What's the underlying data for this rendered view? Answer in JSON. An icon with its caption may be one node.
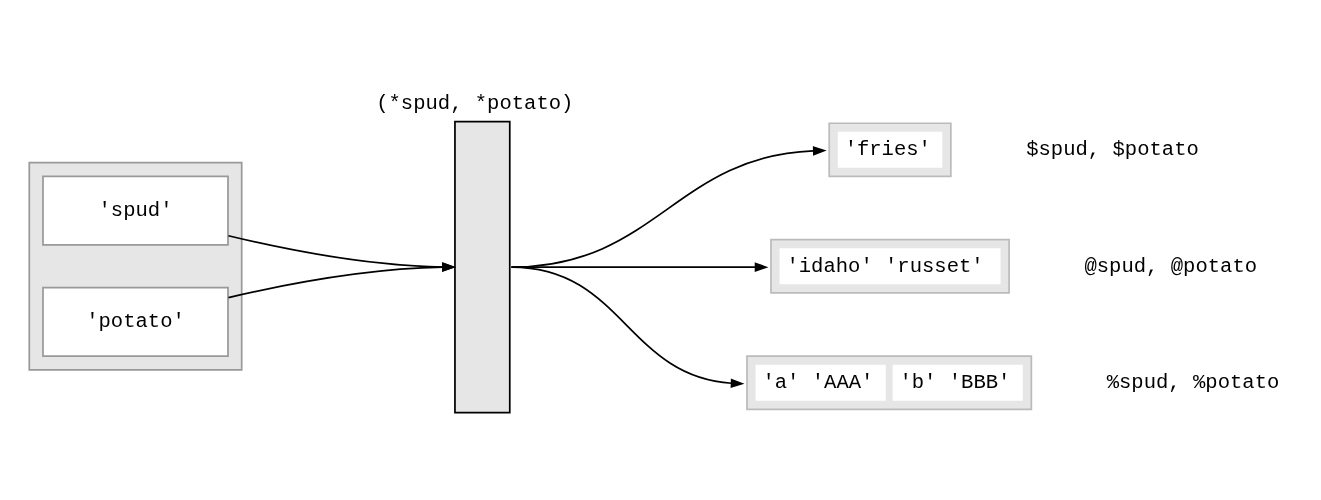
{
  "diagram": {
    "nodes": [
      {
        "text": [],
        "shape": "box"
      },
      {
        "text": [
          "'spud'"
        ],
        "in": 0
      },
      {
        "text": [
          "'potato'"
        ],
        "in": 0
      },
      {
        "text": [
          "(*spud, *potato)"
        ]
      },
      {
        "text": [
          "'fries'"
        ],
        "beside": [
          "$spud, $potato"
        ]
      },
      {
        "text": [
          "'idaho' 'russet'"
        ],
        "beside": [
          "@spud, @potato"
        ]
      },
      {
        "text": [
          "'a' 'AAA'",
          "'b' 'BBB'"
        ],
        "beside": [
          "%spud, %potato"
        ]
      }
    ],
    "edges": [
      {
        "from": 1,
        "to": 3,
        "arrow": "to"
      },
      {
        "from": 2,
        "to": 3,
        "arrow": "to"
      },
      {
        "from": 3,
        "to": 4,
        "arrow": "to"
      },
      {
        "from": 3,
        "to": 5,
        "arrow": "to"
      },
      {
        "from": 3,
        "to": 6,
        "arrow": "to"
      }
    ]
  }
}
